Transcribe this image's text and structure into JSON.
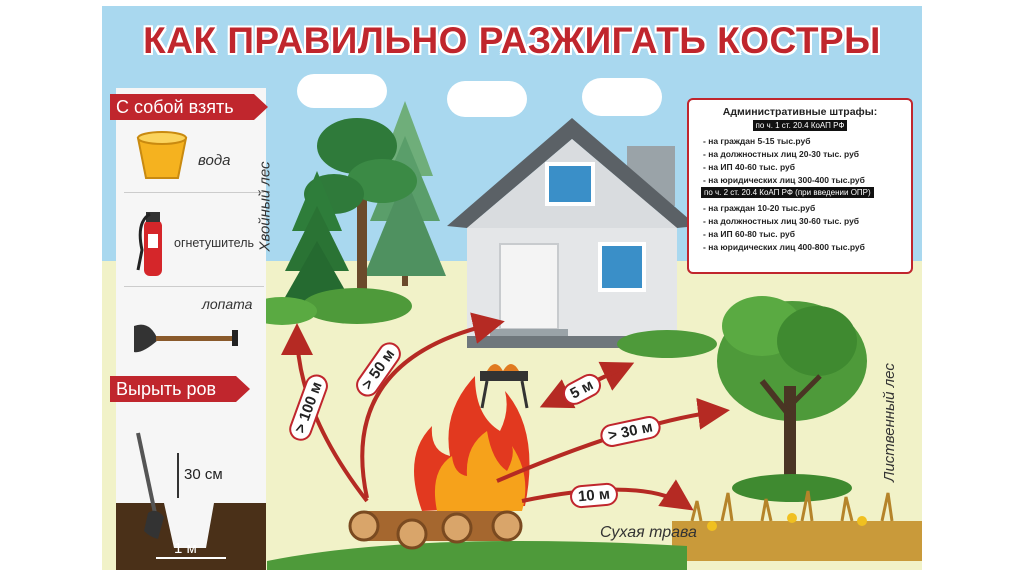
{
  "title": "КАК ПРАВИЛЬНО РАЗЖИГАТЬ КОСТРЫ",
  "take_with": {
    "header": "С собой взять",
    "items": [
      "вода",
      "огнетушитель",
      "лопата"
    ]
  },
  "dig": {
    "header": "Вырыть ров",
    "depth": "30 см",
    "width": "1 м"
  },
  "labels": {
    "conifer": "Хвойный лес",
    "deciduous": "Лиственный лес",
    "dry_grass": "Сухая трава"
  },
  "distances": {
    "conifer": "> 100 м",
    "house": "> 50 м",
    "grill": "5 м",
    "deciduous": "> 30 м",
    "grass": "10 м"
  },
  "fines": {
    "header": "Административные штрафы:",
    "law1": "по ч. 1 ст. 20.4 КоАП РФ",
    "lines1": [
      "- на граждан 5-15 тыс.руб",
      "- на должностных лиц 20-30 тыс. руб",
      "- на ИП  40-60  тыс. руб",
      "- на юридических лиц   300-400 тыс.руб"
    ],
    "law2": "по ч. 2 ст. 20.4 КоАП РФ (при введении ОПР)",
    "lines2": [
      "- на граждан 10-20 тыс.руб",
      "- на должностных лиц  30-60  тыс.  руб",
      "- на ИП  60-80  тыс. руб",
      "- на юридических лиц   400-800  тыс.руб"
    ]
  },
  "colors": {
    "accent": "#c0262d",
    "sky": "#a9d8ef",
    "ground": "#f1f2c8"
  }
}
